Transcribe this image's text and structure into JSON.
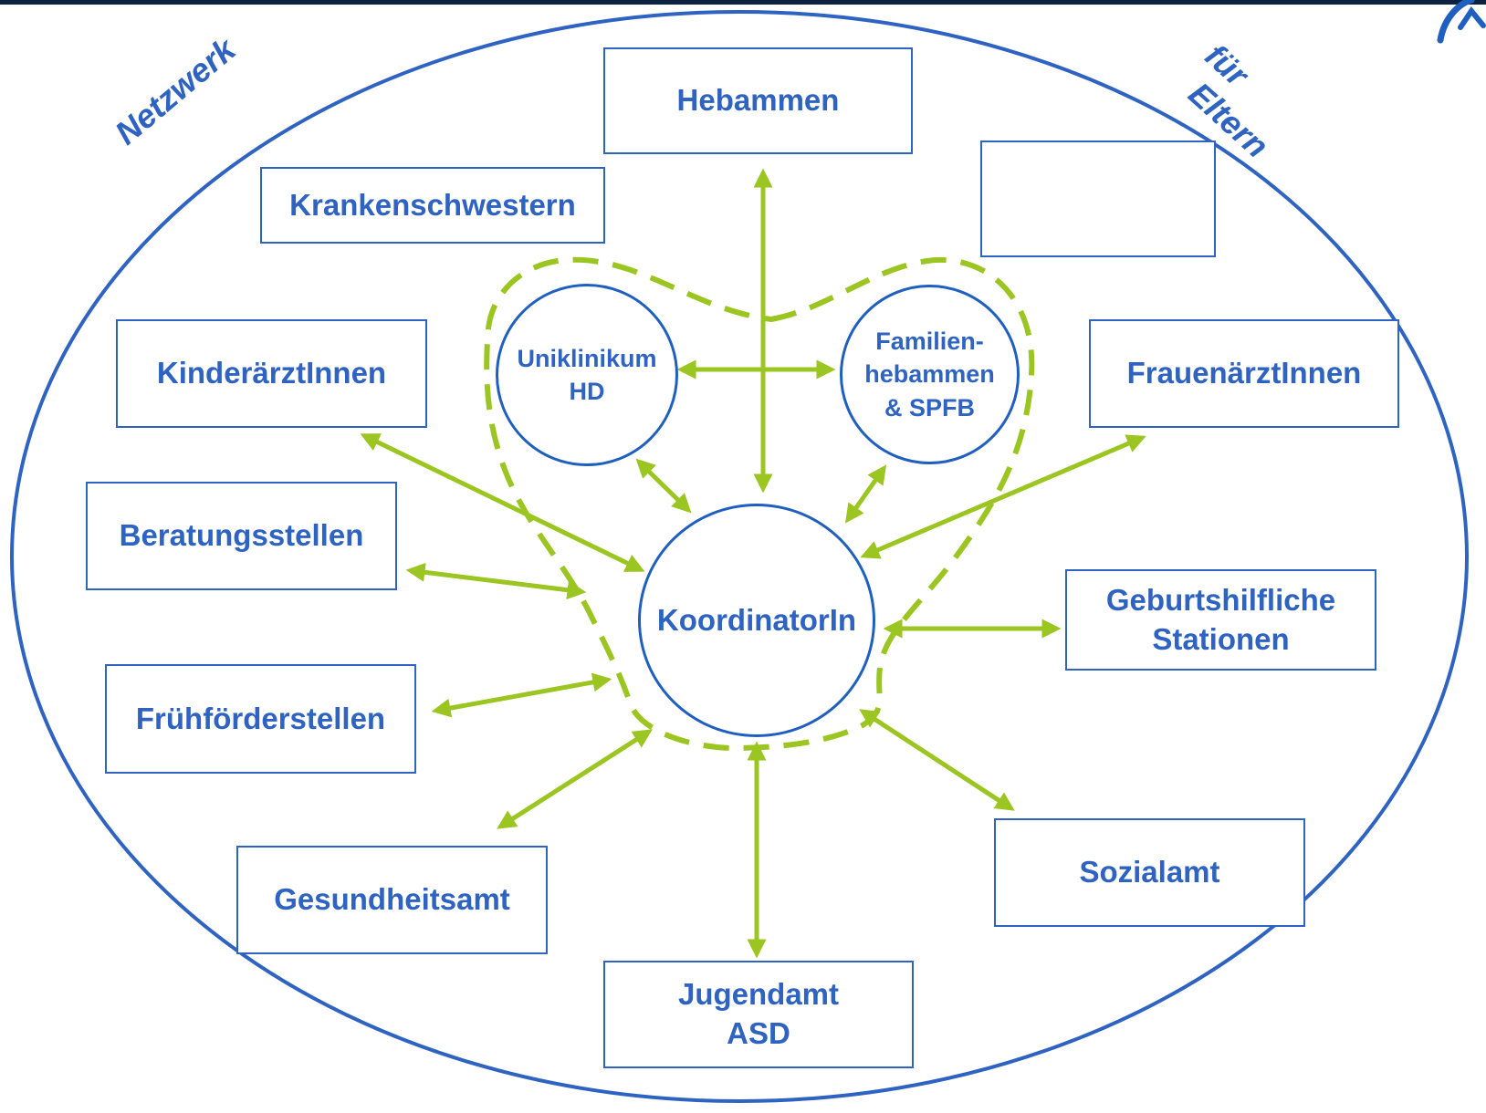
{
  "colors": {
    "blue": "#2f63c2",
    "dark_blue": "#1f5fbf",
    "green": "#9bc520",
    "top_bar": "#0c2340"
  },
  "overlay": {
    "left": "Netzwerk",
    "right_1": "für",
    "right_2": "Eltern"
  },
  "center": {
    "label": "KoordinatorIn"
  },
  "inner": {
    "uniklinikum": "Uniklinikum\nHD",
    "familienhebammen": "Familien-\nhebammen\n& SPFB"
  },
  "boxes": {
    "hebammen": "Hebammen",
    "krankenschwestern": "Krankenschwestern",
    "empty": "",
    "kinderaerzte": "KinderärztInnen",
    "frauenaerzte": "FrauenärztInnen",
    "beratung": "Beratungsstellen",
    "geburtshilfe": "Geburtshilfliche\nStationen",
    "fruehfoerder": "Frühförderstellen",
    "gesundheitsamt": "Gesundheitsamt",
    "sozialamt": "Sozialamt",
    "jugendamt": "Jugendamt\nASD"
  },
  "logo_icon": "wave-logo-icon"
}
